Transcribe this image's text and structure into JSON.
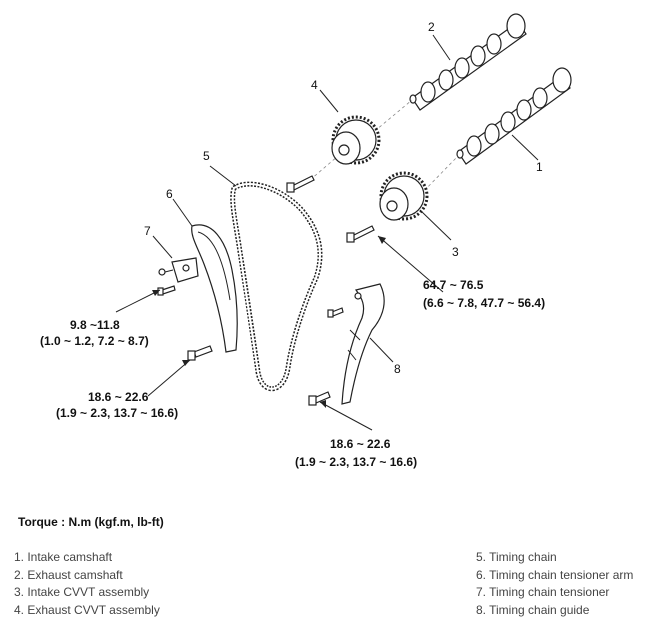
{
  "callouts": [
    "1",
    "2",
    "3",
    "4",
    "5",
    "6",
    "7",
    "8"
  ],
  "torque_specs": {
    "bolt_7": {
      "nm": "9.8 ~11.8",
      "alt": "(1.0 ~ 1.2, 7.2 ~ 8.7)"
    },
    "bolt_6": {
      "nm": "18.6 ~ 22.6",
      "alt": "(1.9 ~ 2.3, 13.7 ~ 16.6)"
    },
    "cvvt": {
      "nm": "64.7 ~ 76.5",
      "alt": "(6.6 ~ 7.8, 47.7 ~ 56.4)"
    },
    "bolt_8": {
      "nm": "18.6 ~ 22.6",
      "alt": "(1.9 ~ 2.3, 13.7 ~ 16.6)"
    }
  },
  "legend": {
    "title": "Torque : N.m (kgf.m, lb-ft)",
    "left": [
      "1. Intake camshaft",
      "2. Exhaust camshaft",
      "3. Intake CVVT assembly",
      "4. Exhaust CVVT assembly"
    ],
    "right": [
      "5. Timing chain",
      "6. Timing chain tensioner arm",
      "7. Timing chain tensioner",
      "8. Timing chain guide"
    ]
  }
}
